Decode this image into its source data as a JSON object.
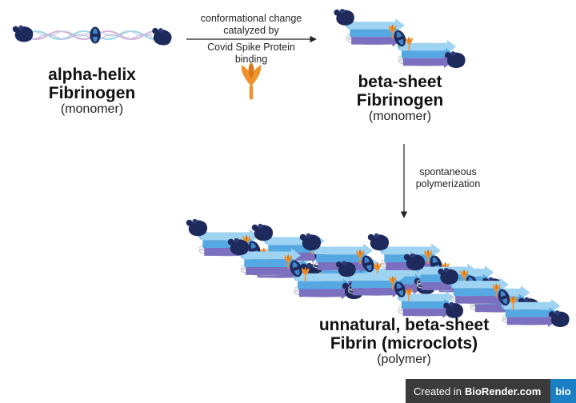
{
  "labels": {
    "alpha_title1": "alpha-helix",
    "alpha_title2": "Fibrinogen",
    "alpha_sub": "(monomer)",
    "beta_title1": "beta-sheet",
    "beta_title2": "Fibrinogen",
    "beta_sub": "(monomer)",
    "conf_line1": "conformational change",
    "conf_line2": "catalyzed by",
    "spike_line1": "Covid Spike Protein",
    "spike_line2": "binding",
    "poly_line1": "spontaneous",
    "poly_line2": "polymerization",
    "fibrin_title1": "unnatural, beta-sheet",
    "fibrin_title2": "Fibrin (microclots)",
    "fibrin_sub": "(polymer)"
  },
  "badge": {
    "prefix": "Created in",
    "brand": "BioRender.com",
    "logo": "bio"
  },
  "colors": {
    "node_dark": "#1f2a5c",
    "node_blue": "#3f86c9",
    "sheet_light": "#9ed3f2",
    "sheet_mid": "#56a8e2",
    "sheet_purple": "#7b6fc0",
    "spike_orange": "#f0922b",
    "helix_pink": "#d6b3d8",
    "helix_cyan": "#9ad8e6"
  },
  "icons": [
    "alpha-helix-fibrinogen-icon",
    "beta-sheet-fibrinogen-icon",
    "spike-protein-icon",
    "fibrin-polymer-icon"
  ]
}
